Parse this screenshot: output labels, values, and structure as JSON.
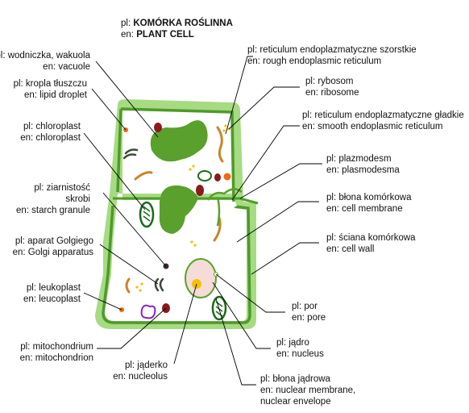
{
  "title": {
    "pl_prefix": "pl:",
    "pl": "KOMÓRKA ROŚLINNA",
    "en_prefix": "en:",
    "en": "PLANT CELL"
  },
  "labels": {
    "vacuole": {
      "pl": "pl: wodniczka, wakuola",
      "en": "en: vacuole"
    },
    "lipid_droplet": {
      "pl": "pl: kropla tłuszczu",
      "en": "en: lipid droplet"
    },
    "chloroplast": {
      "pl": "pl: chloroplast",
      "en": "en: chloroplast"
    },
    "starch_granule": {
      "pl1": "pl: ziarnistość",
      "pl2": "skrobi",
      "en": "en: starch granule"
    },
    "golgi": {
      "pl": "pl: aparat Golgiego",
      "en": "en: Golgi apparatus"
    },
    "leucoplast": {
      "pl": "pl: leukoplast",
      "en": "en: leucoplast"
    },
    "mitochondrion": {
      "pl": "pl: mitochondrium",
      "en": "en: mitochondrion"
    },
    "nucleolus": {
      "pl": "pl: jąderko",
      "en": "en: nucleolus"
    },
    "rough_er": {
      "pl": "pl: reticulum endoplazmatyczne szorstkie",
      "en": "en: rough endoplasmic reticulum"
    },
    "ribosome": {
      "pl": "pl: rybosom",
      "en": "en: ribosome"
    },
    "smooth_er": {
      "pl": "pl: reticulum endoplazmatyczne gładkie",
      "en": "en: smooth endoplasmic reticulum"
    },
    "plasmodesma": {
      "pl": "pl: plazmodesm",
      "en": "en: plasmodesma"
    },
    "cell_membrane": {
      "pl": "pl: błona komórkowa",
      "en": "en: cell membrane"
    },
    "cell_wall": {
      "pl": "pl: ściana komórkowa",
      "en": "en: cell wall"
    },
    "pore": {
      "pl": "pl: por",
      "en": "en: pore"
    },
    "nucleus": {
      "pl": "pl: jądro",
      "en": "en: nucleus"
    },
    "nuclear_membrane": {
      "pl": "pl: błona jądrowa",
      "en1": "en: nuclear membrane,",
      "en2": "nuclear envelope"
    }
  },
  "colors": {
    "wall_light": "#8fd06a",
    "wall_dark": "#4f9a2a",
    "cytoplasm": "#ffffff",
    "vacuole": "#5aa02c",
    "nucleus_fill": "#f5dcd8",
    "mito": "#8b1a1a",
    "er": "#c8862a",
    "ribosome": "#f2c200",
    "lipid": "#ee6a10",
    "leucoplast": "#8a1fd0",
    "golgi": "#3c4a3a",
    "leader": "#000000"
  }
}
